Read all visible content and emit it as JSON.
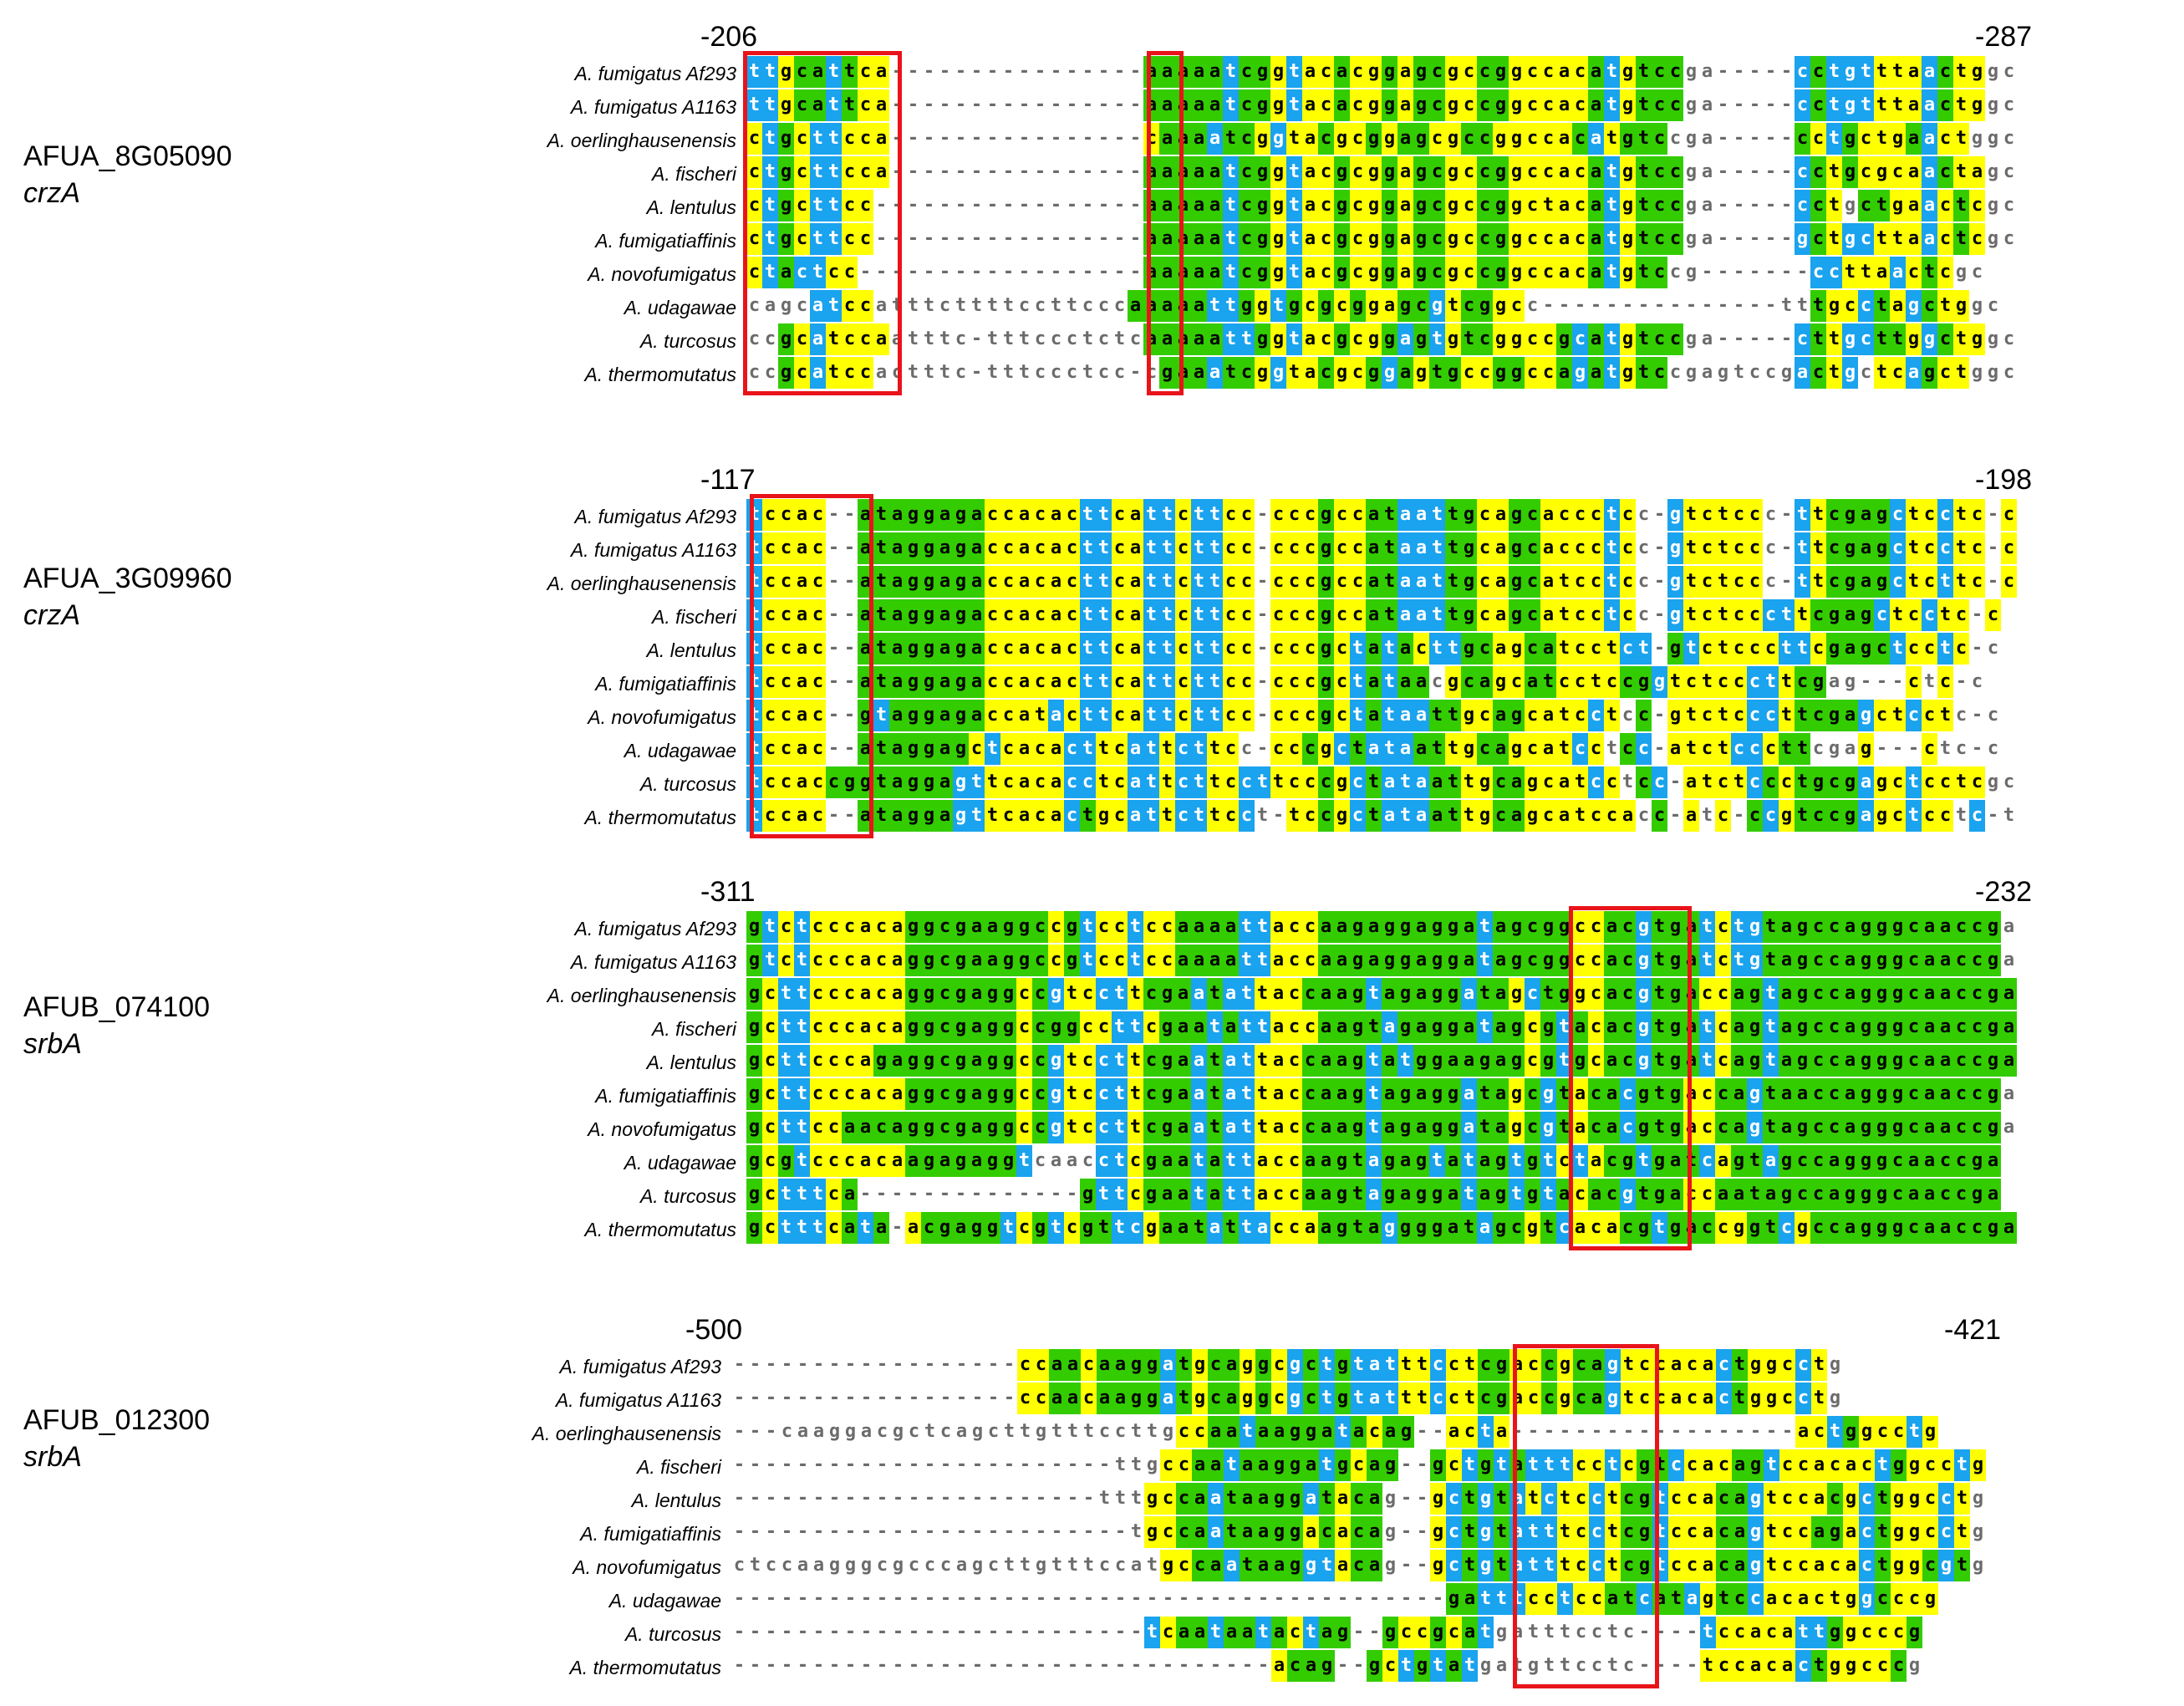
{
  "panels": [
    {
      "gene_id": "AFUA_8G05090",
      "gene_symbol": "crzA",
      "start_pos": "-206",
      "end_pos": "-287",
      "rows": [
        {
          "species": "A. fumigatus Af293",
          "seq": "ttgcattca----------------aaaaatcggtacacggagcgccggccacatgtccga-----cctgtttaactggc",
          "colors": "bbyggbgyy................gggggbggybyygyygyggyyggyyyyygbyggg.....yybgbbbyyybgyy"
        },
        {
          "species": "A. fumigatus A1163",
          "seq": "ttgcattca----------------aaaaatcggtacacggagcgccggccacatgtccga-----cctgtttaactggc",
          "colors": "bbyggbgyy................gggggbggybyygyygyggyyggyyyyygbyggg.....yybgbbbyyybgyy"
        },
        {
          "species": "A. oerlinghausenensis",
          "seq": "ctgcttcca----------------caaaatcggtacgcggagcgccggccacatgtccga-----cctgctgaactggc",
          "colors": "ybgybbyyy................ygggbggybyygyygyggyyggyyyyygbyggg.....yybgybgyyygbyy"
        },
        {
          "species": "A. fischeri",
          "seq": "ctgcttcca----------------aaaaatcggtacgcggagcgccggccacatgtccga-----cctgcgcaactagc",
          "colors": "ybgybbyyy................gggggbggybyygyygyggyyggyyyyygbyggg.....yybgygyyyybgyy"
        },
        {
          "species": "A. lentulus",
          "seq": "ctgcttcc-----------------aaaaatcggtacgcggagcgccggctacatgtccga-----cctgctgaactcgc",
          "colors": "ybgybbyy.................gggggbggybyygyygyggyyggyyyyygbyggg.....yybgynggyybygy"
        },
        {
          "species": "A. fumigatiaffinis",
          "seq": "ctgcttcc-----------------aaaaatcggtacgcggagcgccggccacatgtccga-----gctgcttaactcgc",
          "colors": "ybgybbyy.................gggggbggybyygyygyggyyggyyyyygbyggg.....gybgybbyyybygy"
        },
        {
          "species": "A. novofumigatus",
          "seq": "ctactcc------------------aaaaatcggtacgcggagcgccggccacatgtccg-------ccttaactcgc",
          "colors": "ybgbbyy..................gggggbggybyygyygyggyyggyyyyygbygg.......yybbyyybygy"
        },
        {
          "species": "A. udagawae",
          "seq": "cagcatccatttcttttccttcccaaaaattggtgcgcggagcgtcggcc---------------tttgcctagctggc",
          "colors": "nnnnbbyynnnnnnnnnnnnnnnngggggbbgybgygygyyggbyggyy...............nnngyybgybgyy"
        },
        {
          "species": "A. turcosus",
          "seq": "ccgcatccaatttc-tttccctctcaaaaattggtacgcggagtgtcggccgcatgtccga-----cttgcttggctggc",
          "colors": "nngybyyyynnnnn.nnnnnnnnnngggggbbgybyygyygbgbyggyyyygbgbyggg.....ybbgybbggybgyy"
        },
        {
          "species": "A. thermomutatus",
          "seq": "ccgcatccactttc-tttccctcc-cgaaatcggtacgcggagtgccggccagatgtccgagtccgactgctcagctggc",
          "colors": "nngybyyynnnnnn.nnnnnnnnn.ngggbggybyygyygbgyggyyggyygbgbyggnnnnnnnnbgybnyybgyy"
        }
      ]
    },
    {
      "gene_id": "AFUA_3G09960",
      "gene_symbol": "crzA",
      "start_pos": "-117",
      "end_pos": "-198",
      "rows": [
        {
          "species": "A. fumigatus Af293",
          "seq": "tccac--ataggagaccacacttcattcttcc-cccgccataattgcagcaccctcc-gtctccc-ttcgagctcctc-c",
          "colors": "byyyy..ggggggggyyyyyybbyybbybbyy.yyygyyggbbbggyyggyyyyby.gbyyyyy.bbyggggbyybyy.y"
        },
        {
          "species": "A. fumigatus A1163",
          "seq": "tccac--ataggagaccacacttcattcttcc-cccgccataattgcagcaccctcc-gtctccc-ttcgagctcctc-c",
          "colors": "byyyy..ggggggggyyyyyybbyybbybbyy.yyygyyggbbbggyyggyyyyby.gbyyyyy.bbyggggbyybyy.y"
        },
        {
          "species": "A. oerlinghausenensis",
          "seq": "tccac--ataggagaccacacttcattcttcc-cccgccataattgcagcatcctcc-gtctccc-ttcgagctcttc-c",
          "colors": "byyyy..ggggggggyyyyyybbyybbybbyy.yyygyyggbbbggyyggyyyyby.gbyyyyy.bbyggggbyybyy.y"
        },
        {
          "species": "A. fischeri",
          "seq": "tccac--ataggagaccacacttcattcttcc-cccgccataattgcagcatcctcc-gtctcccttcgagctcctc-c",
          "colors": "byyyy..ggggggggyyyyyybbyybbybbyy.yyygyyggbbbggyyggyyyyby.gbyyyyybbyggggbyybyy.y"
        },
        {
          "species": "A. lentulus",
          "seq": "tccac--ataggagaccacacttcattcttcc-cccgctatacttgcagcatcctct-gtctcccttcgagctcctc-c",
          "colors": "byyyy..ggggggggyyyyyybbyybbybbyy.yyygybgbgybbggyyggyyyybb.gbyyyyybbyggggbyybyy.y"
        },
        {
          "species": "A. fumigatiaffinis",
          "seq": "tccac--ataggagaccacacttcattcttcc-cccgctataacgcagcatcctccggtctcccttcgag---ctc-c",
          "colors": "byyyy..ggggggggyyyyyybbyybbybbyy.yyygybgbggnyggyyggyyyyggbyyyyybbygg...yby.y"
        },
        {
          "species": "A. novofumigatus",
          "seq": "tccac--gtaggagaccatacttcattcttcc-cccgctataattgcagcatcctcc-gtctcccttcgagctcctc-c",
          "colors": "byyyy..gbggggggyyyybybbyybbybbyy.yyygybgbbbggyyggyyyyby.gbyyyyybbyggggbyybyy.y"
        },
        {
          "species": "A. udagawae",
          "seq": "tccac--ataggagctcacacttcattcttcc-cccgctataattgcagcatcctcc-atctcccttcgag---ctc-c",
          "colors": "byyyy..gggggggybyyyybbyybbybbyy.yyygybgbbbggyyggyyyyby.gbyyyyybbygg...yby.y"
        },
        {
          "species": "A. turcosus",
          "seq": "tccaccggtaggagttcacacctcattcttccttcccgctataattgcagcatcctcc-atctccctgcgagctcctcgc",
          "colors": "byyyyggggggggbbyyyyybbyybbybbyybbyyygybgbbbggyyggyyyyby.gbyyyyybgyggggbyybyyyy"
        },
        {
          "species": "A. thermomutatus",
          "seq": "tccac--ataggagttcacactgcattcttcct-tccgctataattgcagcatccacc-atc-ccgtccgagctcctc-t",
          "colors": "byyyy..ggggggbbyyyyybgyybbybbyyb.byygybgbbbggyyggyyyyyyy.gby.yygbyggggbyybyy.b"
        }
      ]
    },
    {
      "gene_id": "AFUB_074100",
      "gene_symbol": "srbA",
      "start_pos": "-311",
      "end_pos": "-232",
      "rows": [
        {
          "species": "A. fumigatus Af293",
          "seq": "gtctcccacaggcgaaggccgtcctccaaaattaccaagaggaggatagcggccacgtgatctgtagccagggcaaccga",
          "colors": "gbybyyyyyygggggggggygbyybyyggggbbyyyggggggggggbgggggyyggbgggbybbggggggggggggggg"
        },
        {
          "species": "A. fumigatus A1163",
          "seq": "gtctcccacaggcgaaggccgtcctccaaaattaccaagaggaggatagcggccacgtgatctgtagccagggcaaccga",
          "colors": "gbybyyyyyygggggggggygbyybyyggggbbyyyggggggggggbgggggyyggbgggbybbggggggggggggggg"
        },
        {
          "species": "A. oerlinghausenensis",
          "seq": "gcttcccacaggcgaggccgtccttcgaatattaccaagtagaggatagctggcacgtgaccagtagccagggcaaccga",
          "colors": "gybbyyyyyygggggggygbyybbygggbgbbyyyggggbgggggbggybggyyggbgggyyggbggggggggggggggg"
        },
        {
          "species": "A. fischeri",
          "seq": "gcttcccacaggcgaggccggccttcgaatattaccaagtagaggatagcgtacacgtgatcagtagccagggcaaccga",
          "colors": "gybbyyyyyygggggggygggyybbygggbgbbyyyggggbgggggbggygbgyggbgggbyggbggggggggggggggg"
        },
        {
          "species": "A. lentulus",
          "seq": "gcttcccagaggcgaggccgtccttcgaatattaccaagtatggaagagcgtgcacgtgatcagtagccagggcaaccga",
          "colors": "gybbyyyygggggggggygbyybbygggbgbbyyyggggbgbgggggggygbgyggbgggbyggbggggggggggggggg"
        },
        {
          "species": "A. fumigatiaffinis",
          "seq": "gcttcccacaggcgaggccgtccttcgaatattaccaagtagaggatagcgtacacgtgaccagtaaccagggcaaccga",
          "colors": "gybbyyyyyygggggggygbyybbygggbgbbyyyggggbgggggbggygbgyggbgggyyggbggggggggggggggg"
        },
        {
          "species": "A. novofumigatus",
          "seq": "gcttccaacaggcgaggccgtccttcgaatattaccaagtagaggatagcgtacacgtgaccagtagccagggcaaccga",
          "colors": "gybbyygggggggggggygbyybbygggbgbbyyyggggbgggggbggygbgyggbgggyyggbggggggggggggggg"
        },
        {
          "species": "A. udagawae",
          "seq": "gcgtcccacaagagaggtcaacctcgaatattaccaagtagagtatagtgtctacgtgatcagtagccagggcaaccga",
          "colors": "gygbyyyyyygggggggbnnnnbbygggbgbbyyyggggbgggbgbggbgbybyggbgggbyggbggggggggggggggg"
        },
        {
          "species": "A. turcosus",
          "seq": "gctttca--------------gttcgaatattaccaagtagaggatagtgtacacgtgaccaatagccagggcaaccga",
          "colors": "gybbbyg..............gbbygggbgbbyyyggggbgggggbggbgbgyggbgggyygggggggggggggggggg"
        },
        {
          "species": "A. thermomutatus",
          "seq": "gctttcata-acgaggtcgtcgttcgaatattaccaagtaggggatagcgtcacacgtgaccggtcgccagggcaaccga",
          "colors": "gybbbygbg.ygggggbygbyggbbygggbgbbyyyggggbgggggbggygbyyyggbgggyyggbygggggggggggggg"
        }
      ]
    },
    {
      "gene_id": "AFUB_012300",
      "gene_symbol": "srbA",
      "start_pos": "-500",
      "end_pos": "-421",
      "rows": [
        {
          "species": "A. fumigatus Af293",
          "seq": "------------------ccaacaaggatgcaggcgctgtatttcctcgaccgcagtccacactggcctg",
          "colors": "..................yyggyggggbgyggygybgbgbbbyybyyggyygyggbyyyyyybgyyyby"
        },
        {
          "species": "A. fumigatus A1163",
          "seq": "------------------ccaacaaggatgcaggcgctgtatttcctcgaccgcagtccacactggcctg",
          "colors": "..................yyggyggggbgyggygybgbgbbbyybyyggyygyggbyyyyyybgyyyby"
        },
        {
          "species": "A. oerlinghausenensis",
          "seq": "---caaggacgctcagcttgtttccttgccaataaggatacag--acta------------------actggcctg",
          "colors": "...nnnnnnnnnnnnnnnnnnnnnnnnnyyggbgggggbgygg..yyby..................yybgyyyby"
        },
        {
          "species": "A. fischeri",
          "seq": "------------------------ttgccaataaggatgcag--gctgtatttcctcgtccacagtccacactggcctg",
          "colors": "........................nnnyyggbgggggbgygg..gybgbgbbbyybyggbyyyggbyyyyyybgyyyby"
        },
        {
          "species": "A. lentulus",
          "seq": "-----------------------tttgccaataaggatacag--gctgtatctcctcgtccacagtccacgctggcctg",
          "colors": "......................nnnnyyggbgggggbgygg..gybgbgbybyybyggbyyyggbyyyygybgyyyby"
        },
        {
          "species": "A. fumigatiaffinis",
          "seq": "-------------------------tgccaataaggacacag--gctgtatttcctcgtccacagtccagactggcctg",
          "colors": "........................nnyyggbgggggygygg..gybgbgbbbyybyggbyyyggbyyyggybgyyyby"
        },
        {
          "species": "A. novofumigatus",
          "seq": "ctccaagggcgcccagcttgtttccatgccaataaggtacag--gctgtatttcctcgtccacagtccacactggcgtg",
          "colors": "nnnnnnnnnnnnnnnnnnnnnnnnnnnyyggbggggbbygg..gybgbgbbbyybyggbyyyggbyyyyyybgyygbg"
        },
        {
          "species": "A. udagawae",
          "seq": "---------------------------------------------gatttcctccatcatagtccacactggcccg",
          "colors": ".............................................ggbbbyybyyggbggbyggbyyyyyybgyyyyg"
        },
        {
          "species": "A. turcosus",
          "seq": "--------------------------tcaataatactag--gccgcatgatttcctc----tccacattggcccg",
          "colors": "..........................byggbggbgybgg..gyygygbnnnnnnnnn....byyyyybbgyyyyg"
        },
        {
          "species": "A. thermomutatus",
          "seq": "----------------------------------acag--gctgtatgatgttcctc----tccacactggcccg",
          "colors": "..................................yggg..gybgbgbnnnnnnnnn....byyyyyybgyyyyg"
        }
      ]
    }
  ]
}
